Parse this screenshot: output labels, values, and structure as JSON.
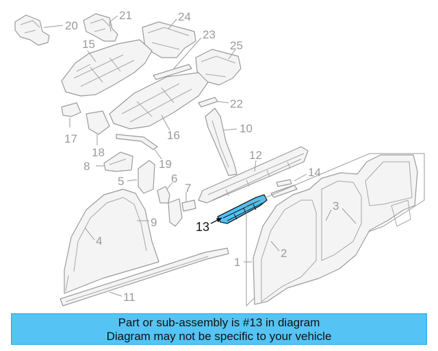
{
  "diagram": {
    "highlight_color": "#55c3f3",
    "line_color": "#9a9a9a",
    "highlighted_part": "13",
    "part_numbers": [
      "1",
      "2",
      "3",
      "4",
      "5",
      "6",
      "7",
      "8",
      "9",
      "10",
      "11",
      "12",
      "13",
      "14",
      "15",
      "16",
      "17",
      "18",
      "19",
      "20",
      "21",
      "22",
      "23",
      "24",
      "25"
    ]
  },
  "banner": {
    "line1": "Part or sub-assembly is #13 in diagram",
    "line2": "Diagram may not be specific to your vehicle"
  }
}
